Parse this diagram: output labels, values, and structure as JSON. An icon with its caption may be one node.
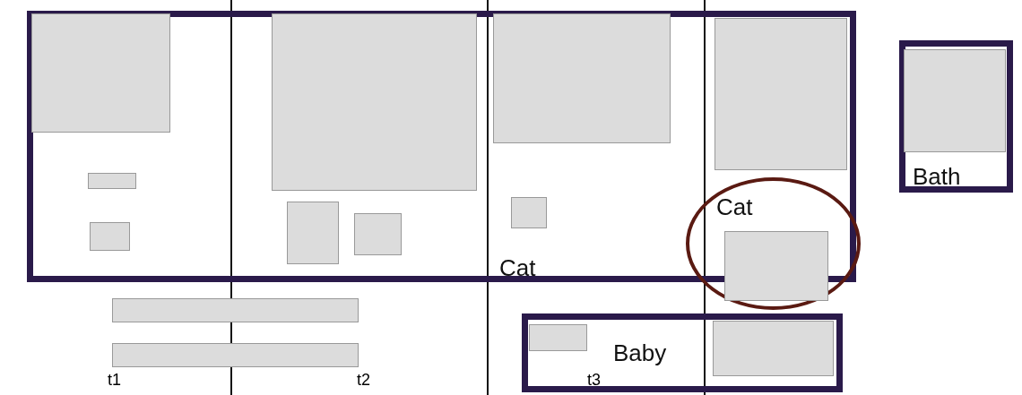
{
  "diagram": {
    "nodes": [
      {
        "text": [
          "Cat"
        ]
      },
      {
        "text": [
          "Bath"
        ]
      },
      {
        "text": [
          "Baby"
        ]
      },
      {
        "text": [
          "Cat"
        ]
      },
      {
        "text": [],
        "shape": "box",
        "in": 0
      },
      {
        "text": [],
        "shape": "box",
        "in": 0
      },
      {
        "text": [],
        "shape": "box",
        "in": 0
      },
      {
        "text": [],
        "shape": "box",
        "in": 0
      },
      {
        "text": [],
        "shape": "box",
        "in": 0
      },
      {
        "text": [],
        "shape": "box",
        "in": 0
      },
      {
        "text": [],
        "shape": "box",
        "in": 0
      },
      {
        "text": [],
        "shape": "box",
        "in": 0
      },
      {
        "text": [],
        "shape": "box",
        "in": 0
      },
      {
        "text": [],
        "shape": "box",
        "in": 1
      },
      {
        "text": [],
        "shape": "box",
        "in": 3
      },
      {
        "text": [],
        "shape": "box"
      },
      {
        "text": [],
        "shape": "box"
      },
      {
        "text": [],
        "shape": "box",
        "in": 2
      },
      {
        "text": [],
        "shape": "box",
        "in": 2
      }
    ],
    "labels": [
      "t1",
      "t2",
      "t3"
    ]
  }
}
